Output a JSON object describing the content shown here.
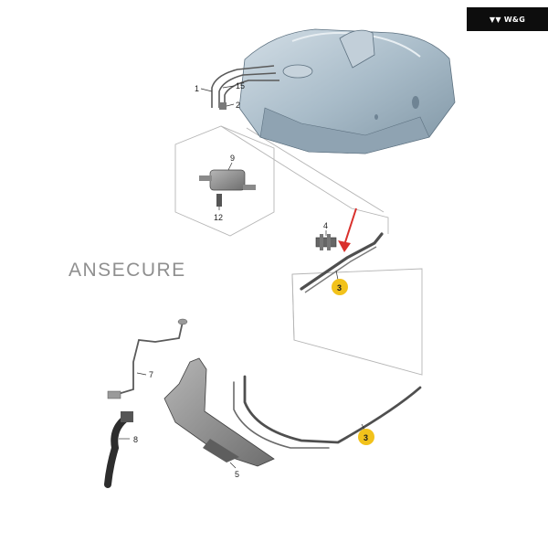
{
  "brand": {
    "name": "W&G",
    "mark": "▼▼"
  },
  "watermark": "ANSECURE",
  "callouts": {
    "c1": "1",
    "c15": "15",
    "c2": "2",
    "c9": "9",
    "c12": "12",
    "c4": "4",
    "c7": "7",
    "c8": "8",
    "c5": "5"
  },
  "badges": {
    "upper": "3",
    "lower": "3"
  },
  "colors": {
    "badge_fill": "#f2c21b",
    "arrow": "#d9302c",
    "tank": "#a9bcc9",
    "guide_lines": "#b5b5b5"
  }
}
